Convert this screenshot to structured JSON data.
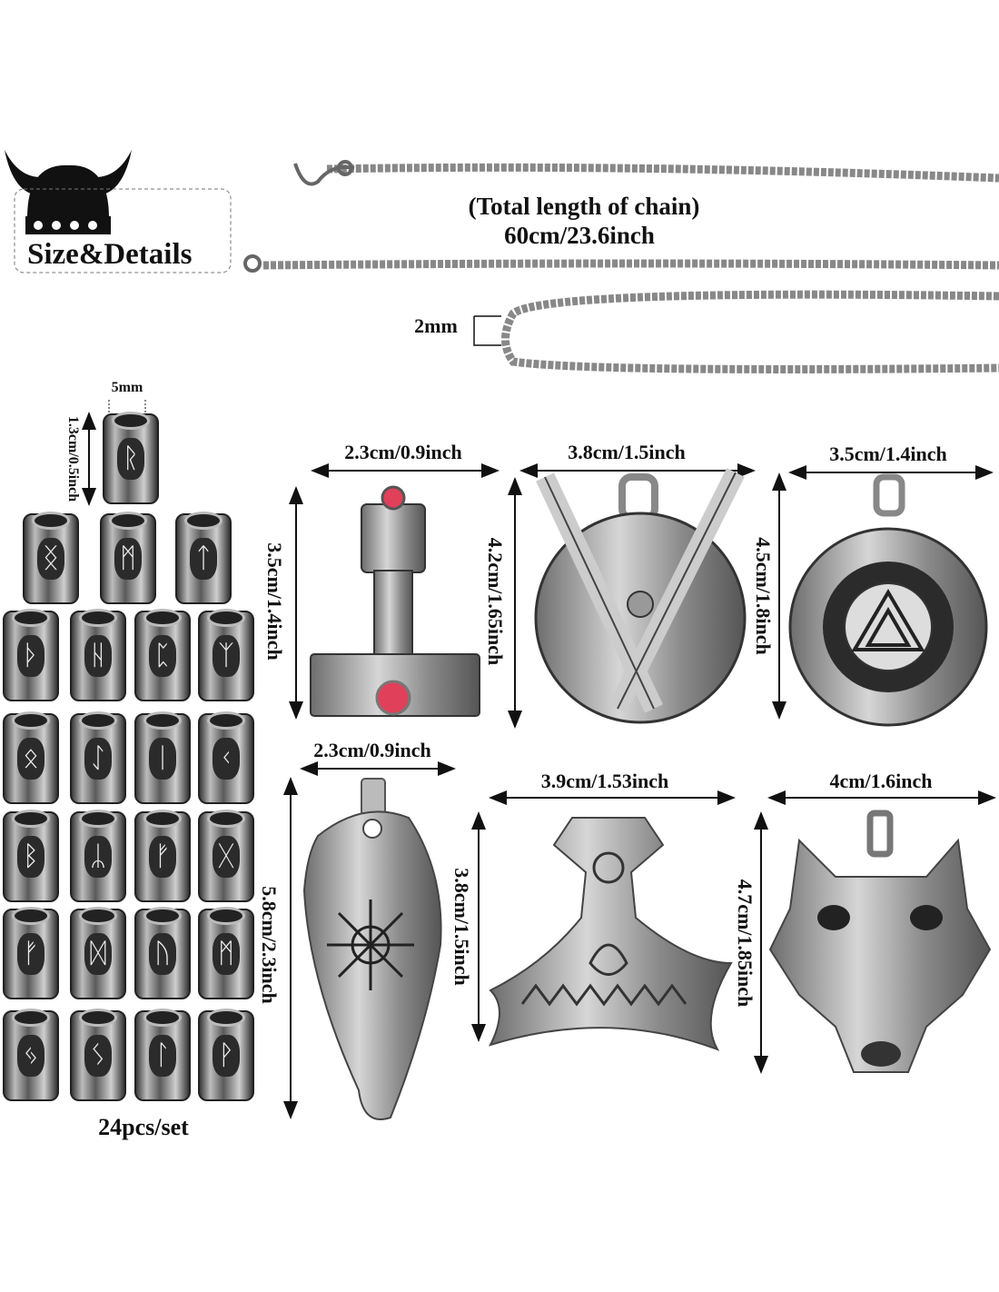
{
  "logo": {
    "label": "Size&Details",
    "icon": "viking-helmet-icon"
  },
  "chain": {
    "total_label": "(Total length of chain)",
    "length": "60cm/23.6inch",
    "thickness": "2mm"
  },
  "beads": {
    "width": "5mm",
    "height": "1.3cm/0.5inch",
    "count": "24pcs/set",
    "runes": [
      "ᚱ",
      "ᛝ",
      "ᛗ",
      "ᛏ",
      "ᚦ",
      "ᚺ",
      "ᛈ",
      "ᛉ",
      "ᛟ",
      "ᛇ",
      "ᛁ",
      "ᚲ",
      "ᛒ",
      "ᛦ",
      "ᚠ",
      "ᚷ",
      "ᚠ",
      "ᛞ",
      "ᚢ",
      "ᛗ",
      "ᛃ",
      "ᛊ",
      "ᛚ",
      "ᚹ"
    ]
  },
  "pendants": [
    {
      "name": "thor-hammer",
      "width": "2.3cm/0.9inch",
      "height": "3.5cm/1.4inch"
    },
    {
      "name": "shield-swords",
      "width": "3.8cm/1.5inch",
      "height": "4.2cm/1.65inch"
    },
    {
      "name": "valknut-compass",
      "width": "3.5cm/1.4inch",
      "height": "4.5cm/1.8inch"
    },
    {
      "name": "arrowhead-vegvisir",
      "width": "2.3cm/0.9inch",
      "height": "5.8cm/2.3inch"
    },
    {
      "name": "axe-head",
      "width": "3.9cm/1.53inch",
      "height": "3.8cm/1.5inch"
    },
    {
      "name": "wolf-head",
      "width": "4cm/1.6inch",
      "height": "4.7cm/1.85inch"
    }
  ],
  "colors": {
    "metal": "#9a9a9a",
    "dark": "#2b2b2b",
    "gem": "#e0405a"
  }
}
